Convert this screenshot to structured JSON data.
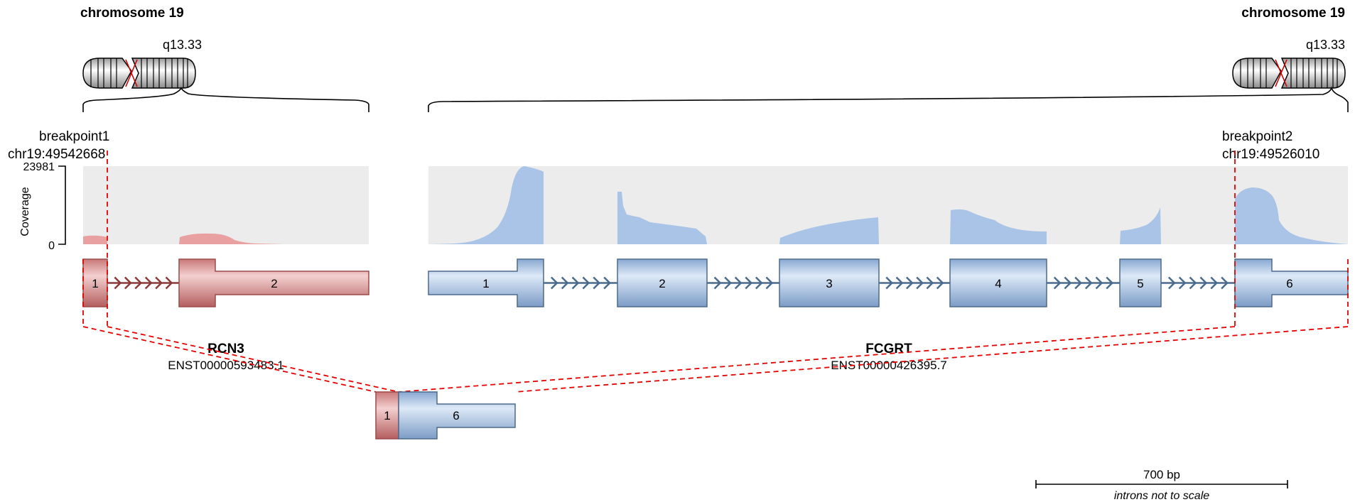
{
  "left": {
    "chromosome_title": "chromosome 19",
    "band": "q13.33",
    "breakpoint_label": "breakpoint1",
    "breakpoint_coord": "chr19:49542668",
    "gene": "RCN3",
    "transcript": "ENST00000593483.1",
    "exons": [
      "1",
      "2"
    ]
  },
  "right": {
    "chromosome_title": "chromosome 19",
    "band": "q13.33",
    "breakpoint_label": "breakpoint2",
    "breakpoint_coord": "chr19:49526010",
    "gene": "FCGRT",
    "transcript": "ENST00000426395.7",
    "exons": [
      "1",
      "2",
      "3",
      "4",
      "5",
      "6"
    ]
  },
  "coverage": {
    "axis_label": "Coverage",
    "max": "23981",
    "min": "0"
  },
  "fusion": {
    "exons": [
      "1",
      "6"
    ]
  },
  "scale": {
    "label": "700 bp",
    "note": "introns not to scale"
  },
  "colors": {
    "gene5": "#e3a5a5",
    "gene5_stroke": "#9c4a4a",
    "gene3": "#aec6e6",
    "gene3_stroke": "#4d6a8c",
    "coverage5": "#e9a0a0",
    "coverage3": "#a9c4e6",
    "coverage_bg": "#ececec",
    "breakpoint": "#e60000"
  }
}
